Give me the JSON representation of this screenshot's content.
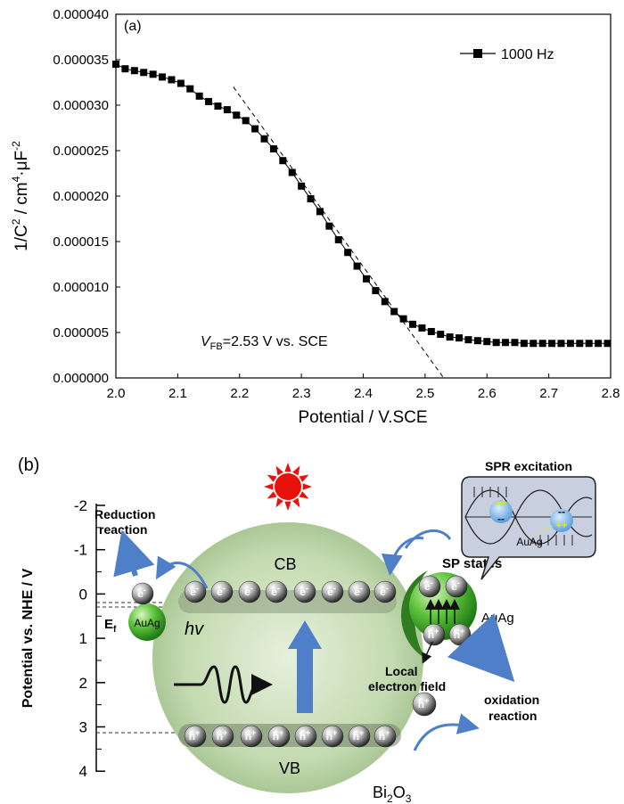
{
  "chart_data": {
    "type": "scatter",
    "panel_label": "(a)",
    "xlabel": "Potential / V.SCE",
    "ylabel_main": "1/C",
    "ylabel_sup1": "2",
    "ylabel_mid": " / cm",
    "ylabel_sup2": "4",
    "ylabel_mid2": "·μF",
    "ylabel_sup3": "-2",
    "xlim": [
      2.0,
      2.8
    ],
    "ylim": [
      0.0,
      4e-05
    ],
    "xticks": [
      2.0,
      2.1,
      2.2,
      2.3,
      2.4,
      2.5,
      2.6,
      2.7,
      2.8
    ],
    "xtick_labels": [
      "2.0",
      "2.1",
      "2.2",
      "2.3",
      "2.4",
      "2.5",
      "2.6",
      "2.7",
      "2.8"
    ],
    "yticks": [
      0.0,
      5e-06,
      1e-05,
      1.5e-05,
      2e-05,
      2.5e-05,
      3e-05,
      3.5e-05,
      4e-05
    ],
    "ytick_labels": [
      "0.000000",
      "0.000005",
      "0.000010",
      "0.000015",
      "0.000020",
      "0.000025",
      "0.000030",
      "0.000035",
      "0.000040"
    ],
    "legend_position": "top-right",
    "grid": false,
    "annotation_vfb_main": "V",
    "annotation_vfb_sub": "FB",
    "annotation_vfb_rest": "=2.53 V vs. SCE",
    "series": [
      {
        "name": "1000 Hz",
        "marker": "square",
        "x": [
          2.0,
          2.015,
          2.03,
          2.045,
          2.06,
          2.075,
          2.09,
          2.105,
          2.12,
          2.135,
          2.15,
          2.165,
          2.18,
          2.195,
          2.21,
          2.225,
          2.24,
          2.255,
          2.27,
          2.285,
          2.3,
          2.315,
          2.33,
          2.345,
          2.36,
          2.375,
          2.39,
          2.405,
          2.42,
          2.435,
          2.45,
          2.465,
          2.48,
          2.495,
          2.51,
          2.525,
          2.54,
          2.555,
          2.57,
          2.585,
          2.6,
          2.615,
          2.63,
          2.645,
          2.66,
          2.675,
          2.69,
          2.705,
          2.72,
          2.735,
          2.75,
          2.765,
          2.78,
          2.795
        ],
        "y": [
          3.45e-05,
          3.4e-05,
          3.38e-05,
          3.36e-05,
          3.34e-05,
          3.31e-05,
          3.28e-05,
          3.24e-05,
          3.18e-05,
          3.1e-05,
          3.04e-05,
          2.99e-05,
          2.95e-05,
          2.89e-05,
          2.83e-05,
          2.74e-05,
          2.63e-05,
          2.52e-05,
          2.39e-05,
          2.26e-05,
          2.11e-05,
          1.97e-05,
          1.83e-05,
          1.67e-05,
          1.52e-05,
          1.38e-05,
          1.23e-05,
          1.09e-05,
          9.6e-06,
          8.4e-06,
          7.3e-06,
          6.5e-06,
          5.9e-06,
          5.5e-06,
          5.1e-06,
          4.8e-06,
          4.5e-06,
          4.4e-06,
          4.2e-06,
          4.1e-06,
          4e-06,
          3.9e-06,
          3.9e-06,
          3.9e-06,
          3.8e-06,
          3.8e-06,
          3.8e-06,
          3.8e-06,
          3.8e-06,
          3.8e-06,
          3.8e-06,
          3.8e-06,
          3.8e-06,
          3.8e-06
        ]
      }
    ],
    "fit_line": {
      "x1": 2.19,
      "y1": 3.2e-05,
      "x2": 2.53,
      "y2": 0.0
    }
  },
  "diagram_b": {
    "panel_label": "(b)",
    "axis_title": "Potential vs. NHE / V",
    "axis_ticks": [
      "-2",
      "-1",
      "0",
      "1",
      "2",
      "3",
      "4"
    ],
    "axis_values": [
      -2,
      -1,
      0,
      1,
      2,
      3,
      4
    ],
    "cb_label": "CB",
    "vb_label": "VB",
    "bi2o3_main": "Bi",
    "bi2o3_sub1": "2",
    "bi2o3_mid": "O",
    "bi2o3_sub2": "3",
    "hv_label": "hv",
    "reduction_line1": "Reduction",
    "reduction_line2": "reaction",
    "ef_main": "E",
    "ef_sub": "f",
    "auag_label": "AuAg",
    "sp_states_line": "SP  states",
    "auag_right_label": "AuAg",
    "local_line1": "Local",
    "local_line2": "electron field",
    "oxidation_line1": "oxidation",
    "oxidation_line2": "reaction",
    "spr_title": "SPR excitation",
    "spr_auag": "AuAg",
    "electron_label": "e",
    "electron_sign": "-",
    "hole_label": "h",
    "hole_sign": "+",
    "plus_plus": "++",
    "minus_minus": "--",
    "colors": {
      "sphere": "#c7dcb6",
      "particle_green": "#5fbf3a",
      "arrow_blue": "#4f7fc8",
      "sun": "#e8120c",
      "callout_bg": "#c8d0e0"
    }
  }
}
